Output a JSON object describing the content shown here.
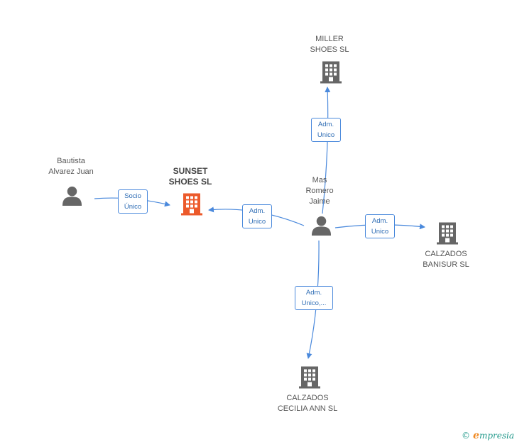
{
  "colors": {
    "edge": "#4a89dc",
    "company": "#666666",
    "company_main": "#ec5a2b",
    "person": "#666666"
  },
  "nodes": {
    "miller": {
      "lines": [
        "MILLER",
        "SHOES SL"
      ],
      "type": "company",
      "icon": "building-icon"
    },
    "sunset": {
      "lines": [
        "SUNSET",
        "SHOES SL"
      ],
      "type": "company-main",
      "icon": "building-icon"
    },
    "bautista": {
      "lines": [
        "Bautista",
        "Alvarez Juan"
      ],
      "type": "person",
      "icon": "person-icon"
    },
    "mas": {
      "lines": [
        "Mas",
        "Romero",
        "Jaime"
      ],
      "type": "person",
      "icon": "person-icon"
    },
    "banisur": {
      "lines": [
        "CALZADOS",
        "BANISUR SL"
      ],
      "type": "company",
      "icon": "building-icon"
    },
    "cecilia": {
      "lines": [
        "CALZADOS",
        "CECILIA ANN SL"
      ],
      "type": "company",
      "icon": "building-icon"
    }
  },
  "edges": {
    "bautista_sunset": {
      "lines": [
        "Socio",
        "Único"
      ]
    },
    "mas_sunset": {
      "lines": [
        "Adm.",
        "Unico"
      ]
    },
    "mas_miller": {
      "lines": [
        "Adm.",
        "Unico"
      ]
    },
    "mas_banisur": {
      "lines": [
        "Adm.",
        "Unico"
      ]
    },
    "mas_cecilia": {
      "lines": [
        "Adm.",
        "Unico,..."
      ]
    }
  },
  "footer": {
    "copyright": "©",
    "brand_initial": "e",
    "brand_rest": "mpresia"
  }
}
